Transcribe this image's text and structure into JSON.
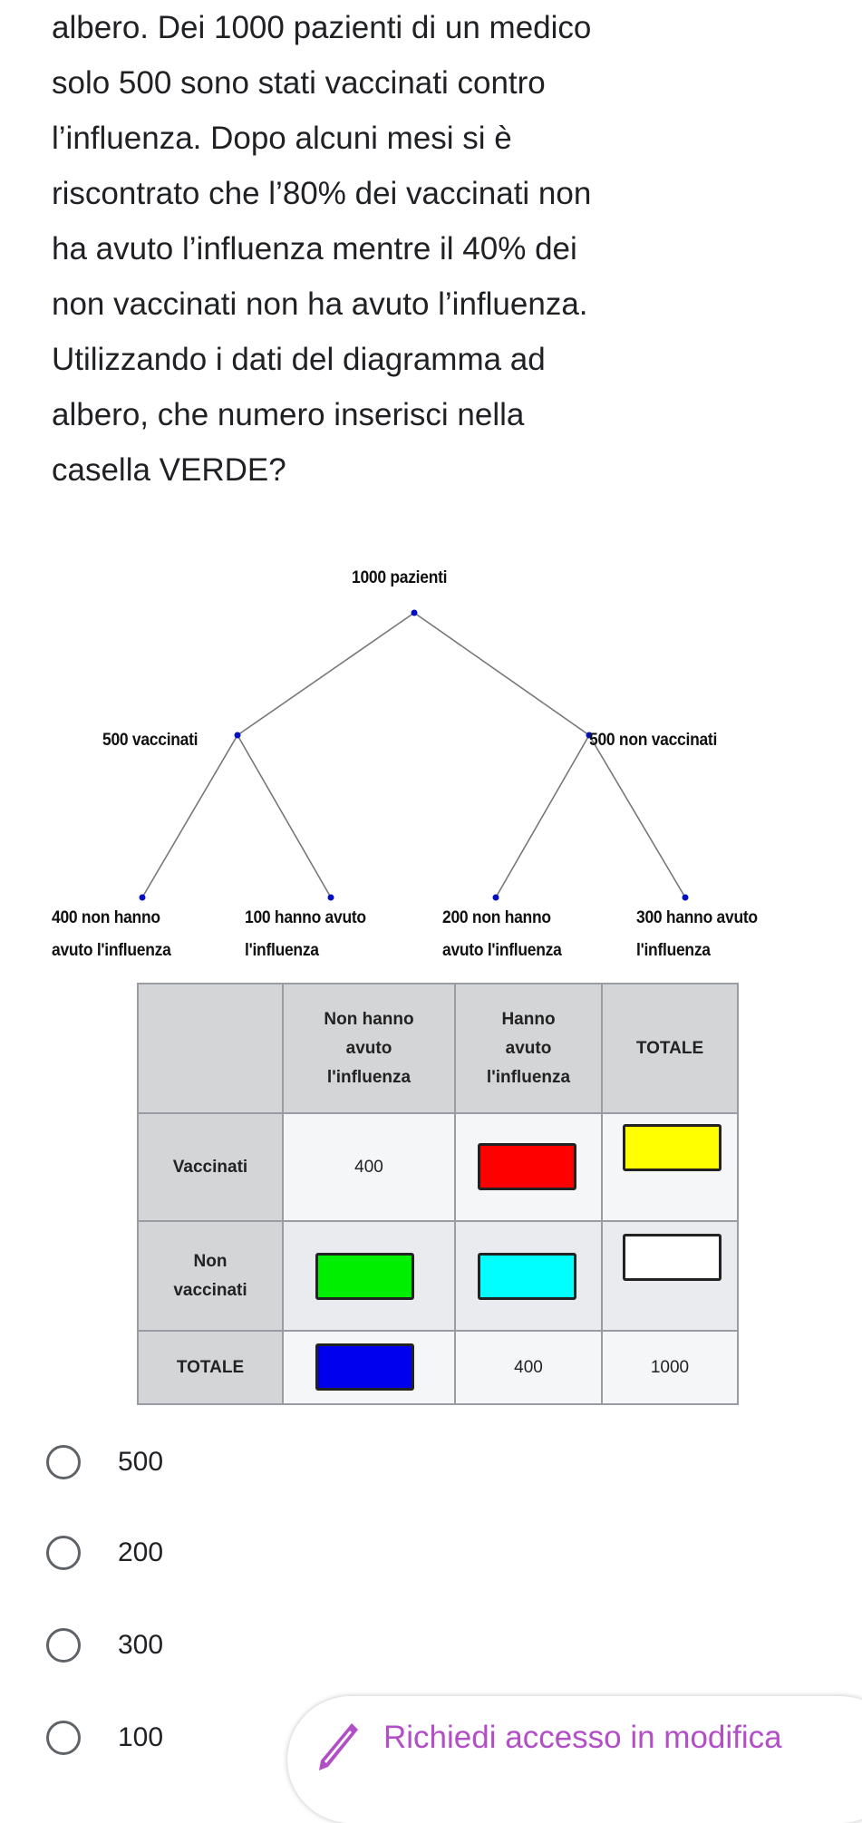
{
  "question": {
    "lines": [
      "albero. Dei 1000 pazienti di un medico",
      "solo 500 sono stati vaccinati contro",
      "l’influenza. Dopo alcuni mesi si è",
      "riscontrato che l’80% dei vaccinati non",
      "ha avuto l’influenza mentre il 40% dei",
      "non vaccinati non ha avuto l’influenza.",
      "Utilizzando i dati del diagramma ad",
      "albero, che numero inserisci nella",
      "casella VERDE?"
    ]
  },
  "tree": {
    "root": "1000 pazienti",
    "left": "500 vaccinati",
    "right": "500 non vaccinati",
    "leaves": [
      {
        "l1": "400 non hanno",
        "l2": "avuto l'influenza"
      },
      {
        "l1": "100 hanno avuto",
        "l2": "l'influenza"
      },
      {
        "l1": "200 non hanno",
        "l2": "avuto l'influenza"
      },
      {
        "l1": "300 hanno avuto",
        "l2": "l'influenza"
      }
    ]
  },
  "table": {
    "headers": [
      "",
      "Non hanno\navuto\nl'influenza",
      "Hanno\navuto\nl'influenza",
      "TOTALE"
    ],
    "rows": [
      {
        "label": "Vaccinati",
        "c1": "400",
        "c2_box": "red",
        "c3_box": "yellow"
      },
      {
        "label": "Non\nvaccinati",
        "c1_box": "green",
        "c2_box": "cyan",
        "c3_box": "white"
      },
      {
        "label": "TOTALE",
        "c1_box": "blue",
        "c2": "400",
        "c3": "1000"
      }
    ],
    "box_colors": {
      "red": "#ff0000",
      "yellow": "#ffff00",
      "green": "#00ee00",
      "cyan": "#00ffff",
      "white": "#ffffff",
      "blue": "#0000ee"
    }
  },
  "options": [
    "500",
    "200",
    "300",
    "100"
  ],
  "edit_button": {
    "label": "Richiedi accesso in modifica",
    "icon": "pencil-icon",
    "color": "#b24fc6"
  }
}
